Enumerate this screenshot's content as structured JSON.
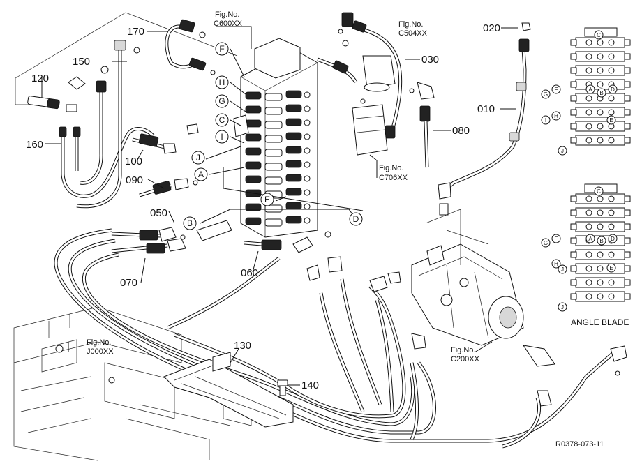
{
  "parts": [
    {
      "id": "p010",
      "label": "010"
    },
    {
      "id": "p020",
      "label": "020"
    },
    {
      "id": "p030",
      "label": "030"
    },
    {
      "id": "p050",
      "label": "050"
    },
    {
      "id": "p060",
      "label": "060"
    },
    {
      "id": "p070",
      "label": "070"
    },
    {
      "id": "p080",
      "label": "080"
    },
    {
      "id": "p090",
      "label": "090"
    },
    {
      "id": "p100",
      "label": "100"
    },
    {
      "id": "p120",
      "label": "120"
    },
    {
      "id": "p130",
      "label": "130"
    },
    {
      "id": "p140",
      "label": "140"
    },
    {
      "id": "p150",
      "label": "150"
    },
    {
      "id": "p160",
      "label": "160"
    },
    {
      "id": "p170",
      "label": "170"
    }
  ],
  "figure_refs": [
    {
      "id": "c600",
      "prefix": "Fig.No.",
      "code": "C600XX"
    },
    {
      "id": "c504",
      "prefix": "Fig.No.",
      "code": "C504XX"
    },
    {
      "id": "c706",
      "prefix": "Fig.No.",
      "code": "C706XX"
    },
    {
      "id": "j000",
      "prefix": "Fig.No.",
      "code": "J000XX"
    },
    {
      "id": "c200",
      "prefix": "Fig.No.",
      "code": "C200XX"
    }
  ],
  "port_markers": [
    "A",
    "B",
    "C",
    "D",
    "E",
    "F",
    "G",
    "H",
    "I",
    "J"
  ],
  "inset_caption": "ANGLE BLADE",
  "drawing_code": "R0378-073-11"
}
